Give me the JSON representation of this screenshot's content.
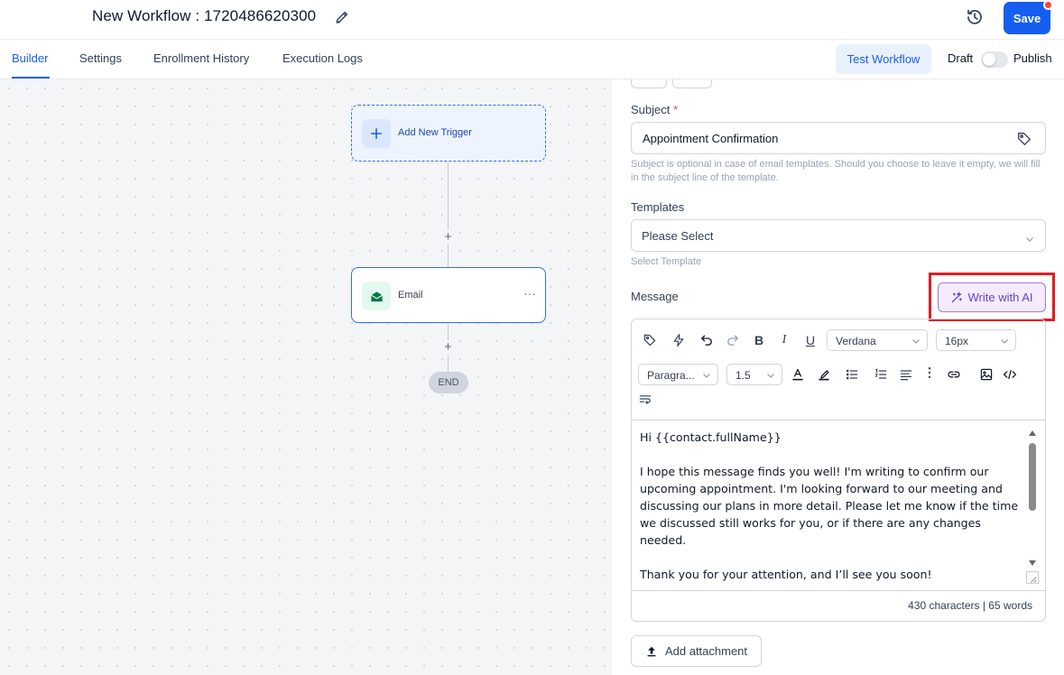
{
  "header": {
    "title": "New Workflow : 1720486620300",
    "save_label": "Save",
    "icons": {
      "edit": "pencil-icon",
      "history": "history-icon"
    }
  },
  "tabs": [
    {
      "label": "Builder",
      "active": true
    },
    {
      "label": "Settings",
      "active": false
    },
    {
      "label": "Enrollment History",
      "active": false
    },
    {
      "label": "Execution Logs",
      "active": false
    }
  ],
  "tabbar_actions": {
    "test_label": "Test Workflow",
    "draft_label": "Draft",
    "publish_label": "Publish",
    "published": false
  },
  "canvas": {
    "trigger_label": "Add New Trigger",
    "add_step_symbol": "+",
    "step": {
      "label": "Email",
      "icon": "envelope-icon",
      "more_symbol": "···"
    },
    "end_label": "END"
  },
  "panel": {
    "subject": {
      "label": "Subject",
      "required_mark": "*",
      "value": "Appointment Confirmation",
      "help": "Subject is optional in case of email templates. Should you choose to leave it empty, we will fill in the subject line of the template.",
      "icon": "tag-icon"
    },
    "templates": {
      "label": "Templates",
      "placeholder": "Please Select",
      "help": "Select Template"
    },
    "message": {
      "label": "Message",
      "ai_label": "Write with AI",
      "toolbar": {
        "font_family": "Verdana",
        "font_size": "16px",
        "paragraph": "Paragra...",
        "line_height": "1.5",
        "bold": "B",
        "italic": "I",
        "underline": "U"
      },
      "body": "Hi {{contact.fullName}}\n\nI hope this message finds you well! I'm writing to confirm our upcoming appointment. I'm looking forward to our meeting and discussing our plans in more detail. Please let me know if the time we discussed still works for you, or if there are any changes needed.\n\nThank you for your attention, and I’ll see you soon!",
      "counter": "430 characters | 65 words"
    },
    "attachment_label": "Add attachment"
  },
  "colors": {
    "primary": "#155eef",
    "highlight_box": "#e31b23",
    "ai_accent": "#6941c6",
    "email_icon": "#067647"
  }
}
